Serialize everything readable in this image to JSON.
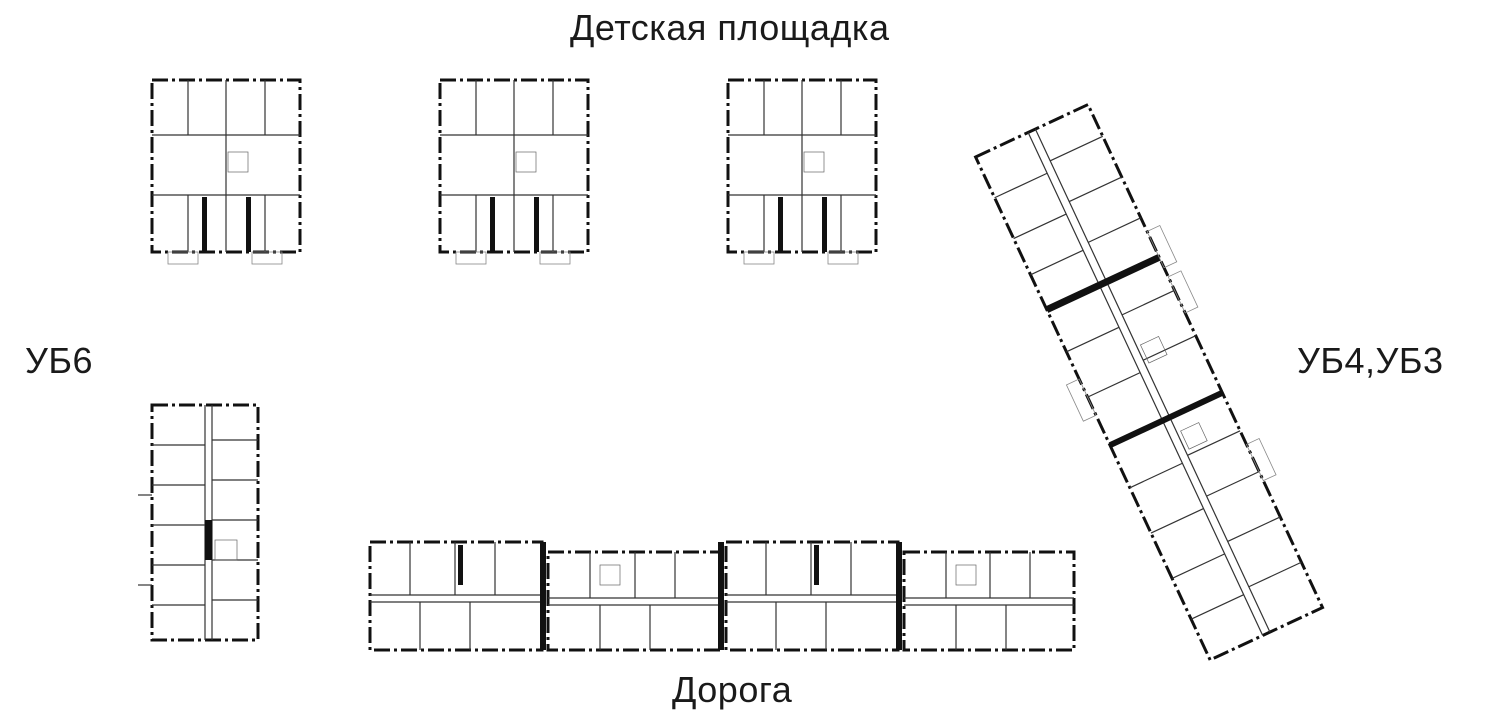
{
  "labels": {
    "top": "Детская площадка",
    "left": "УБ6",
    "right": "УБ4,УБ3",
    "bottom": "Дорога"
  }
}
